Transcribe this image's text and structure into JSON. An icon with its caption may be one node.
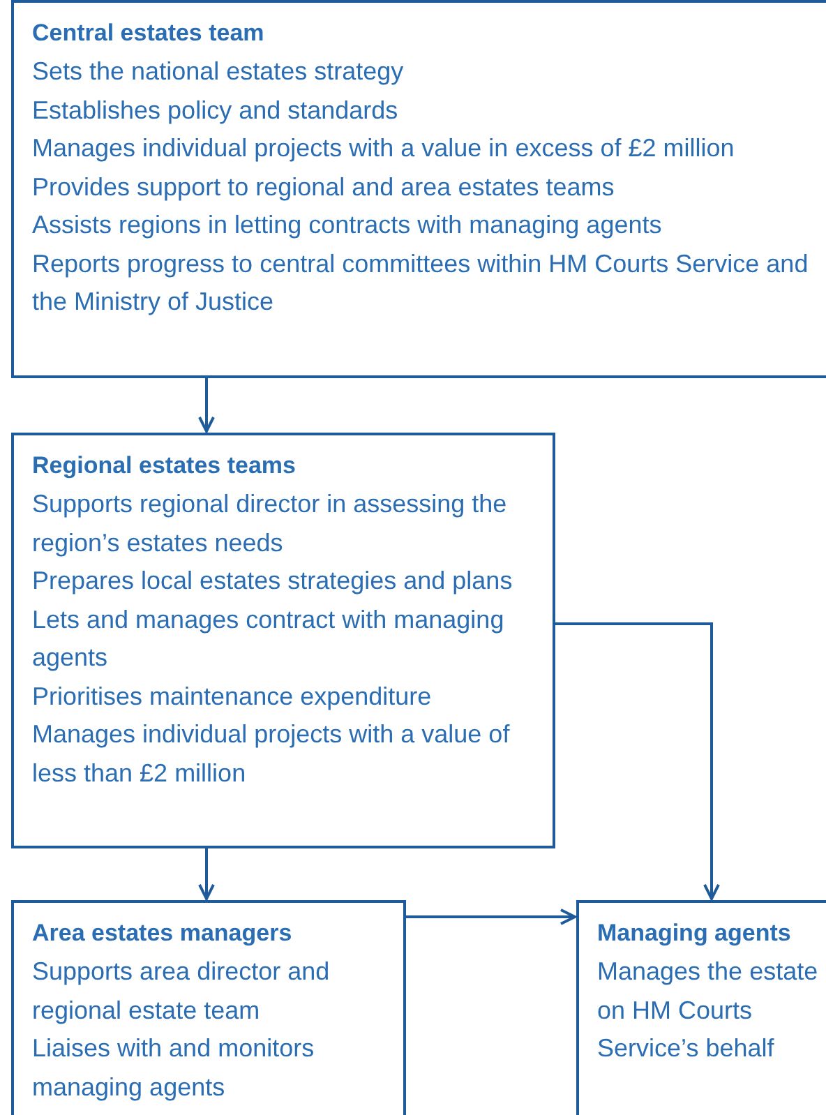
{
  "diagram": {
    "nodes": [
      {
        "text": [
          "Central estates team",
          "Sets the national estates strategy",
          "Establishes policy and standards",
          "Manages individual projects with a value in excess of £2 million",
          "Provides support to regional and area estates teams",
          "Assists regions in letting contracts with managing agents",
          "Reports progress to central committees within HM Courts Service and the Ministry of Justice"
        ]
      },
      {
        "text": [
          "Regional estates teams",
          "Supports regional director in assessing the region’s estates needs",
          "Prepares local estates strategies and plans",
          "Lets and manages contract with managing agents",
          "Prioritises maintenance expenditure",
          "Manages individual projects with a value of less than £2 million"
        ]
      },
      {
        "text": [
          "Area estates managers",
          "Supports area director and regional estate team",
          "Liaises with and monitors managing agents"
        ]
      },
      {
        "text": [
          "Managing agents",
          "Manages the estate on HM Courts Service’s behalf"
        ]
      }
    ],
    "edges": [
      {
        "from": 0,
        "to": 1,
        "arrow": "to"
      },
      {
        "from": 1,
        "to": 2,
        "arrow": "to"
      },
      {
        "from": 1,
        "to": 3,
        "arrow": "to"
      },
      {
        "from": 2,
        "to": 3,
        "arrow": "to"
      }
    ]
  }
}
